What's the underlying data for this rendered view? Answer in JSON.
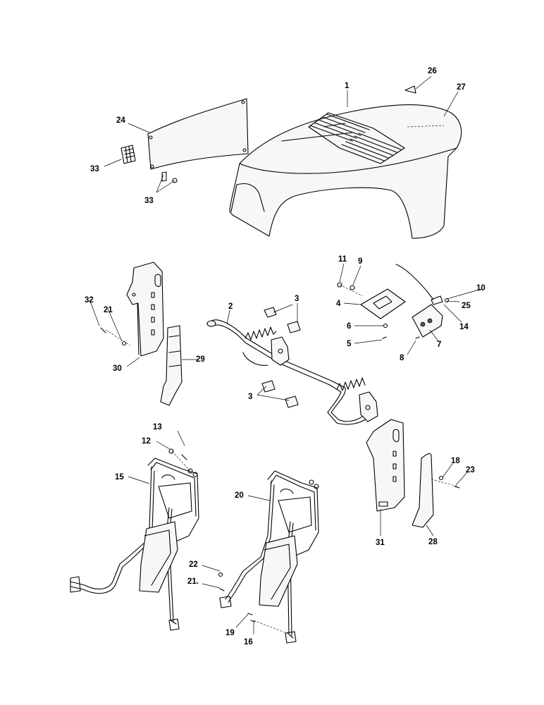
{
  "callouts": {
    "c1": "1",
    "c2": "2",
    "c3a": "3",
    "c3b": "3",
    "c4": "4",
    "c5": "5",
    "c6": "6",
    "c7": "7",
    "c8": "8",
    "c9": "9",
    "c10": "10",
    "c11": "11",
    "c12": "12",
    "c13": "13",
    "c14": "14",
    "c15": "15",
    "c16": "16",
    "c18": "18",
    "c19": "19",
    "c20": "20",
    "c21a": "21",
    "c21b": "21.",
    "c22": "22",
    "c23": "23",
    "c24": "24",
    "c25": "25",
    "c26": "26",
    "c27": "27",
    "c28": "28",
    "c29": "29",
    "c30": "30",
    "c31": "31",
    "c32": "32",
    "c33a": "33",
    "c33b": "33"
  }
}
